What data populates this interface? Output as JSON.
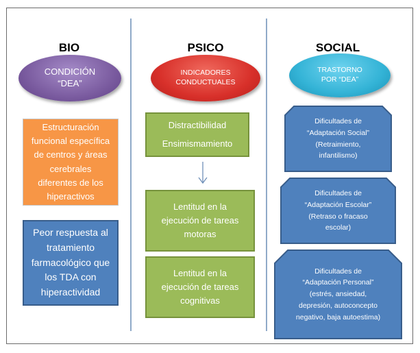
{
  "columns": {
    "bio": {
      "heading": "BIO",
      "ellipse": [
        "CONDICIÓN",
        "“DEA”"
      ],
      "boxes": [
        [
          "Estructuración",
          "funcional específica",
          "de centros y áreas",
          "cerebrales",
          "diferentes de los",
          "hiperactivos"
        ],
        [
          "Peor respuesta al",
          "tratamiento",
          "farmacológico que",
          "los TDA con",
          "hiperactividad"
        ]
      ]
    },
    "psico": {
      "heading": "PSICO",
      "ellipse": [
        "INDICADORES",
        "CONDUCTUALES"
      ],
      "boxes": [
        [
          "Distractibilidad",
          "Ensimismamiento"
        ],
        [
          "Lentitud en la",
          "ejecución de tareas",
          "motoras"
        ],
        [
          "Lentitud en la",
          "ejecución de tareas",
          "cognitivas"
        ]
      ]
    },
    "social": {
      "heading": "SOCIAL",
      "ellipse": [
        "TRASTORNO",
        "POR “DEA”"
      ],
      "boxes": [
        [
          "Dificultades de",
          "“Adaptación Social”",
          "(Retraimiento,",
          "infantilismo)"
        ],
        [
          "Dificultades de",
          "“Adaptación Escolar”",
          "(Retraso o fracaso",
          "escolar)"
        ],
        [
          "Dificultades de",
          "“Adaptación Personal”",
          "(estrés, ansiedad,",
          "depresión, autoconcepto",
          "negativo, baja autoestima)"
        ]
      ]
    }
  },
  "colors": {
    "purple": "#8064a2",
    "red": "#d9342b",
    "cyan": "#31b5d8",
    "orange": "#f79646",
    "blue": "#4f81bd",
    "green": "#9bbb59"
  }
}
